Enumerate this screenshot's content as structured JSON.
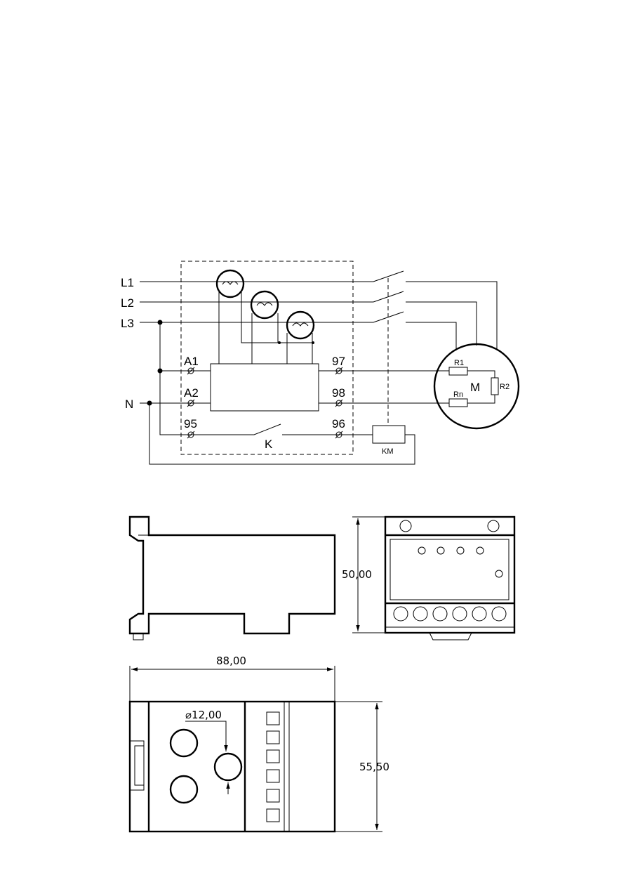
{
  "schematic": {
    "lines": {
      "l1": "L1",
      "l2": "L2",
      "l3": "L3",
      "n": "N"
    },
    "terminals": {
      "a1": "A1",
      "a2": "A2",
      "t95": "95",
      "t96": "96",
      "t97": "97",
      "t98": "98"
    },
    "contact": "K",
    "coil": "KM",
    "motor": {
      "label": "M",
      "r1": "R1",
      "r2": "R2",
      "rn": "Rn"
    }
  },
  "drawings": {
    "height": "50,00",
    "width": "88,00",
    "depth": "55,50",
    "hole": "⌀12,00"
  },
  "colors": {
    "ink": "#000000",
    "background": "#ffffff"
  }
}
